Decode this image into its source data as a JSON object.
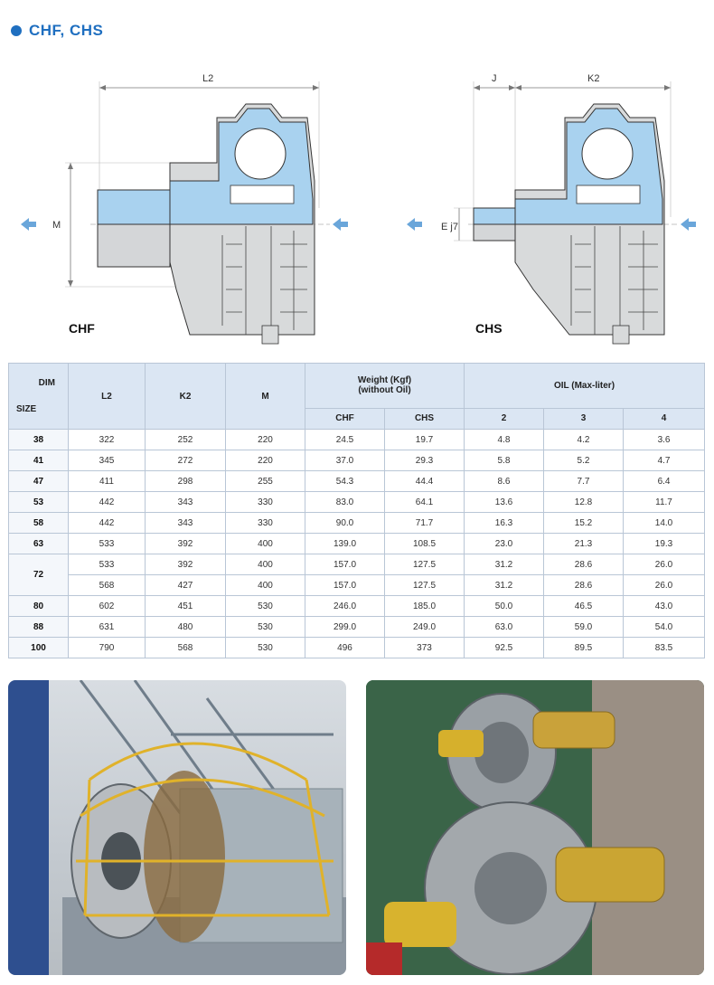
{
  "header": {
    "title": "CHF, CHS"
  },
  "diagrams": {
    "chf": {
      "name": "CHF",
      "dim_length": "L2",
      "dim_height": "M"
    },
    "chs": {
      "name": "CHS",
      "dim_j": "J",
      "dim_length": "K2",
      "dim_shaft": "E j7"
    }
  },
  "table": {
    "header": {
      "dim": "DIM",
      "size": "SIZE",
      "l2": "L2",
      "k2": "K2",
      "m": "M",
      "weight_line1": "Weight (Kgf)",
      "weight_line2": "(without Oil)",
      "chf": "CHF",
      "chs": "CHS",
      "oil": "OIL (Max-liter)",
      "oil2": "2",
      "oil3": "3",
      "oil4": "4"
    },
    "rows": [
      {
        "size": "38",
        "l2": "322",
        "k2": "252",
        "m": "220",
        "chf": "24.5",
        "chs": "19.7",
        "o2": "4.8",
        "o3": "4.2",
        "o4": "3.6"
      },
      {
        "size": "41",
        "l2": "345",
        "k2": "272",
        "m": "220",
        "chf": "37.0",
        "chs": "29.3",
        "o2": "5.8",
        "o3": "5.2",
        "o4": "4.7"
      },
      {
        "size": "47",
        "l2": "411",
        "k2": "298",
        "m": "255",
        "chf": "54.3",
        "chs": "44.4",
        "o2": "8.6",
        "o3": "7.7",
        "o4": "6.4"
      },
      {
        "size": "53",
        "l2": "442",
        "k2": "343",
        "m": "330",
        "chf": "83.0",
        "chs": "64.1",
        "o2": "13.6",
        "o3": "12.8",
        "o4": "11.7"
      },
      {
        "size": "58",
        "l2": "442",
        "k2": "343",
        "m": "330",
        "chf": "90.0",
        "chs": "71.7",
        "o2": "16.3",
        "o3": "15.2",
        "o4": "14.0"
      },
      {
        "size": "63",
        "l2": "533",
        "k2": "392",
        "m": "400",
        "chf": "139.0",
        "chs": "108.5",
        "o2": "23.0",
        "o3": "21.3",
        "o4": "19.3"
      },
      {
        "size": "72",
        "l2": "533",
        "k2": "392",
        "m": "400",
        "chf": "157.0",
        "chs": "127.5",
        "o2": "31.2",
        "o3": "28.6",
        "o4": "26.0"
      },
      {
        "size": "",
        "l2": "568",
        "k2": "427",
        "m": "400",
        "chf": "157.0",
        "chs": "127.5",
        "o2": "31.2",
        "o3": "28.6",
        "o4": "26.0"
      },
      {
        "size": "80",
        "l2": "602",
        "k2": "451",
        "m": "530",
        "chf": "246.0",
        "chs": "185.0",
        "o2": "50.0",
        "o3": "46.5",
        "o4": "43.0"
      },
      {
        "size": "88",
        "l2": "631",
        "k2": "480",
        "m": "530",
        "chf": "299.0",
        "chs": "249.0",
        "o2": "63.0",
        "o3": "59.0",
        "o4": "54.0"
      },
      {
        "size": "100",
        "l2": "790",
        "k2": "568",
        "m": "530",
        "chf": "496",
        "chs": "373",
        "o2": "92.5",
        "o3": "89.5",
        "o4": "83.5"
      }
    ]
  },
  "colors": {
    "accent": "#1f6fc0",
    "header_bg": "#dbe6f3",
    "drawing_blue": "#a9d2ef",
    "arrow_blue": "#6aa6da"
  }
}
